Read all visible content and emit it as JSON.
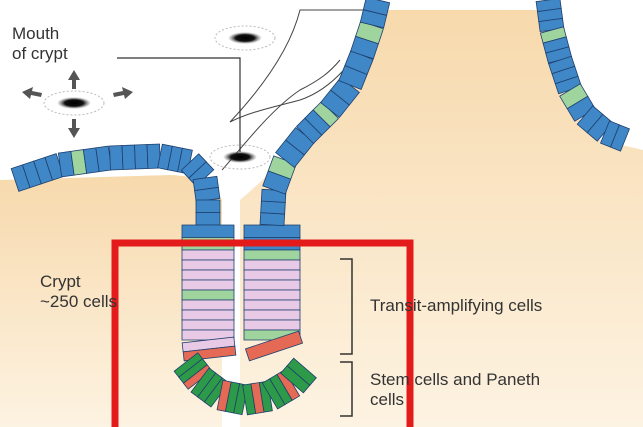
{
  "labels": {
    "mouth": {
      "line1": "Mouth",
      "line2": "of crypt"
    },
    "crypt": {
      "line1": "Crypt",
      "line2": "~250 cells"
    },
    "transit": "Transit-amplifying cells",
    "stem": {
      "line1": "Stem cells and Paneth",
      "line2": "cells"
    }
  },
  "colors": {
    "tissue": "#f9e2bd",
    "enterocyte": "#3f87c6",
    "goblet": "#9fd49f",
    "transit_amplifying": "#e8c9e6",
    "stem": "#2d9a49",
    "paneth": "#e46a55",
    "highlight_box": "#e31b1b",
    "cell_outline": "#1e3f6e"
  },
  "icons": [
    "crypt-opening-icon",
    "arrow-up-icon",
    "arrow-down-icon",
    "arrow-left-icon",
    "arrow-right-icon"
  ]
}
